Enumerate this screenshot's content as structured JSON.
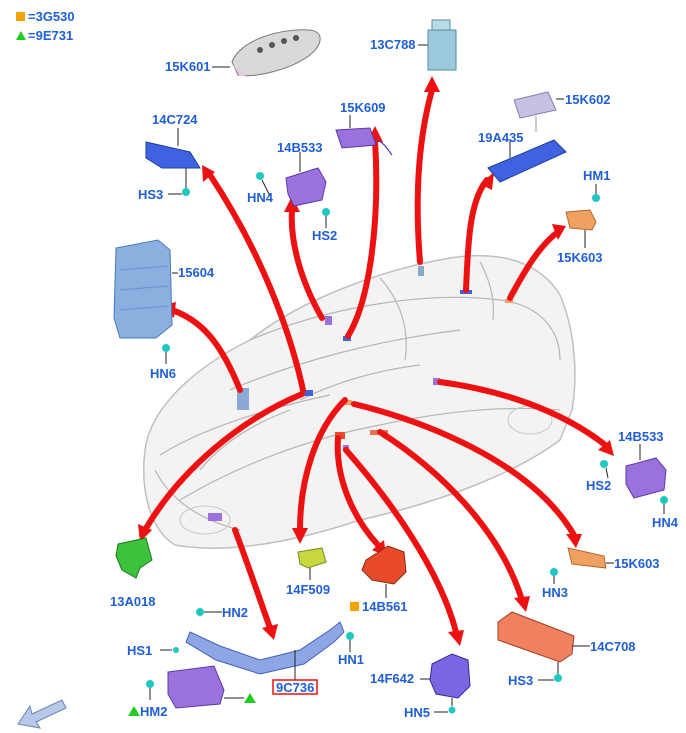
{
  "legend": {
    "square_label": "=3G530",
    "triangle_label": "=9E731"
  },
  "colors": {
    "label": "#1f5fd6",
    "arrow": "#ee1111",
    "square": "#f5a300",
    "triangle": "#22cc22",
    "module_blue": "#3f63e0",
    "module_purple": "#9b72dd",
    "module_orange": "#f0a060",
    "module_red": "#e84a2a",
    "module_green": "#3cc23c",
    "fastener": "#1fc8c0"
  },
  "labels": {
    "l15K601": "15K601",
    "l13C788": "13C788",
    "l15K609": "15K609",
    "l15K602": "15K602",
    "l14C724": "14C724",
    "l14B533_top": "14B533",
    "l19A435": "19A435",
    "lHS3_top": "HS3",
    "lHN4_top": "HN4",
    "lHS2_top": "HS2",
    "lHM1": "HM1",
    "l15K603_top": "15K603",
    "l15604": "15604",
    "lHN6": "HN6",
    "l14B533_right": "14B533",
    "lHS2_right": "HS2",
    "lHN4_right": "HN4",
    "l15K603_right": "15K603",
    "lHN3": "HN3",
    "l13A018": "13A018",
    "l14F509": "14F509",
    "l14B561": "14B561",
    "l14C708": "14C708",
    "lHS3_right": "HS3",
    "lHN2": "HN2",
    "lHS1": "HS1",
    "lHN1": "HN1",
    "l9C736": "9C736",
    "lHM2": "HM2",
    "l14F642": "14F642",
    "lHN5": "HN5"
  }
}
